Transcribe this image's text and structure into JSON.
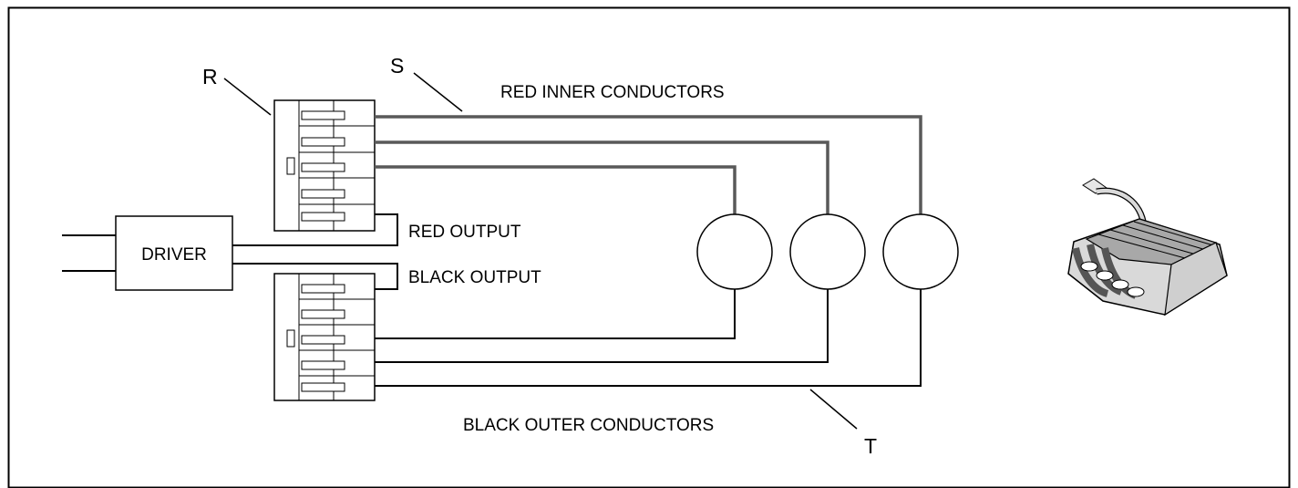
{
  "labels": {
    "r": "R",
    "s": "S",
    "t": "T",
    "red_inner": "RED INNER CONDUCTORS",
    "red_output": "RED OUTPUT",
    "black_output": "BLACK OUTPUT",
    "black_outer": "BLACK OUTER CONDUCTORS",
    "driver": "DRIVER"
  },
  "colors": {
    "red_wire": "#595959",
    "black_wire": "#000000",
    "outline": "#000000",
    "connector_fill": "#ffffff",
    "clip_body": "#d9d9d9",
    "clip_levers": "#9a9a9a"
  },
  "components": {
    "wago_connectors": 2,
    "lamps": 3
  }
}
